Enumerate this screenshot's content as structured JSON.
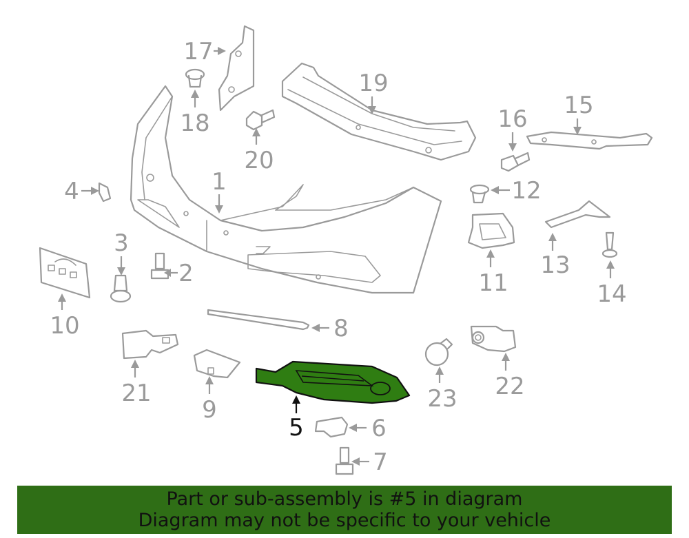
{
  "diagram": {
    "highlight_color": "#2f7d12",
    "part_outline_color": "#9a9a9a",
    "callouts": [
      {
        "id": "c1",
        "label": "1"
      },
      {
        "id": "c2",
        "label": "2"
      },
      {
        "id": "c3",
        "label": "3"
      },
      {
        "id": "c4",
        "label": "4"
      },
      {
        "id": "c5",
        "label": "5",
        "highlighted": true
      },
      {
        "id": "c6",
        "label": "6"
      },
      {
        "id": "c7",
        "label": "7"
      },
      {
        "id": "c8",
        "label": "8"
      },
      {
        "id": "c9",
        "label": "9"
      },
      {
        "id": "c10",
        "label": "10"
      },
      {
        "id": "c11",
        "label": "11"
      },
      {
        "id": "c12",
        "label": "12"
      },
      {
        "id": "c13",
        "label": "13"
      },
      {
        "id": "c14",
        "label": "14"
      },
      {
        "id": "c15",
        "label": "15"
      },
      {
        "id": "c16",
        "label": "16"
      },
      {
        "id": "c17",
        "label": "17"
      },
      {
        "id": "c18",
        "label": "18"
      },
      {
        "id": "c19",
        "label": "19"
      },
      {
        "id": "c20",
        "label": "20"
      },
      {
        "id": "c21",
        "label": "21"
      },
      {
        "id": "c22",
        "label": "22"
      },
      {
        "id": "c23",
        "label": "23"
      }
    ]
  },
  "banner": {
    "background": "#2f6e16",
    "line1": "Part or sub-assembly is #5 in diagram",
    "line2": "Diagram may not be specific to your vehicle"
  }
}
